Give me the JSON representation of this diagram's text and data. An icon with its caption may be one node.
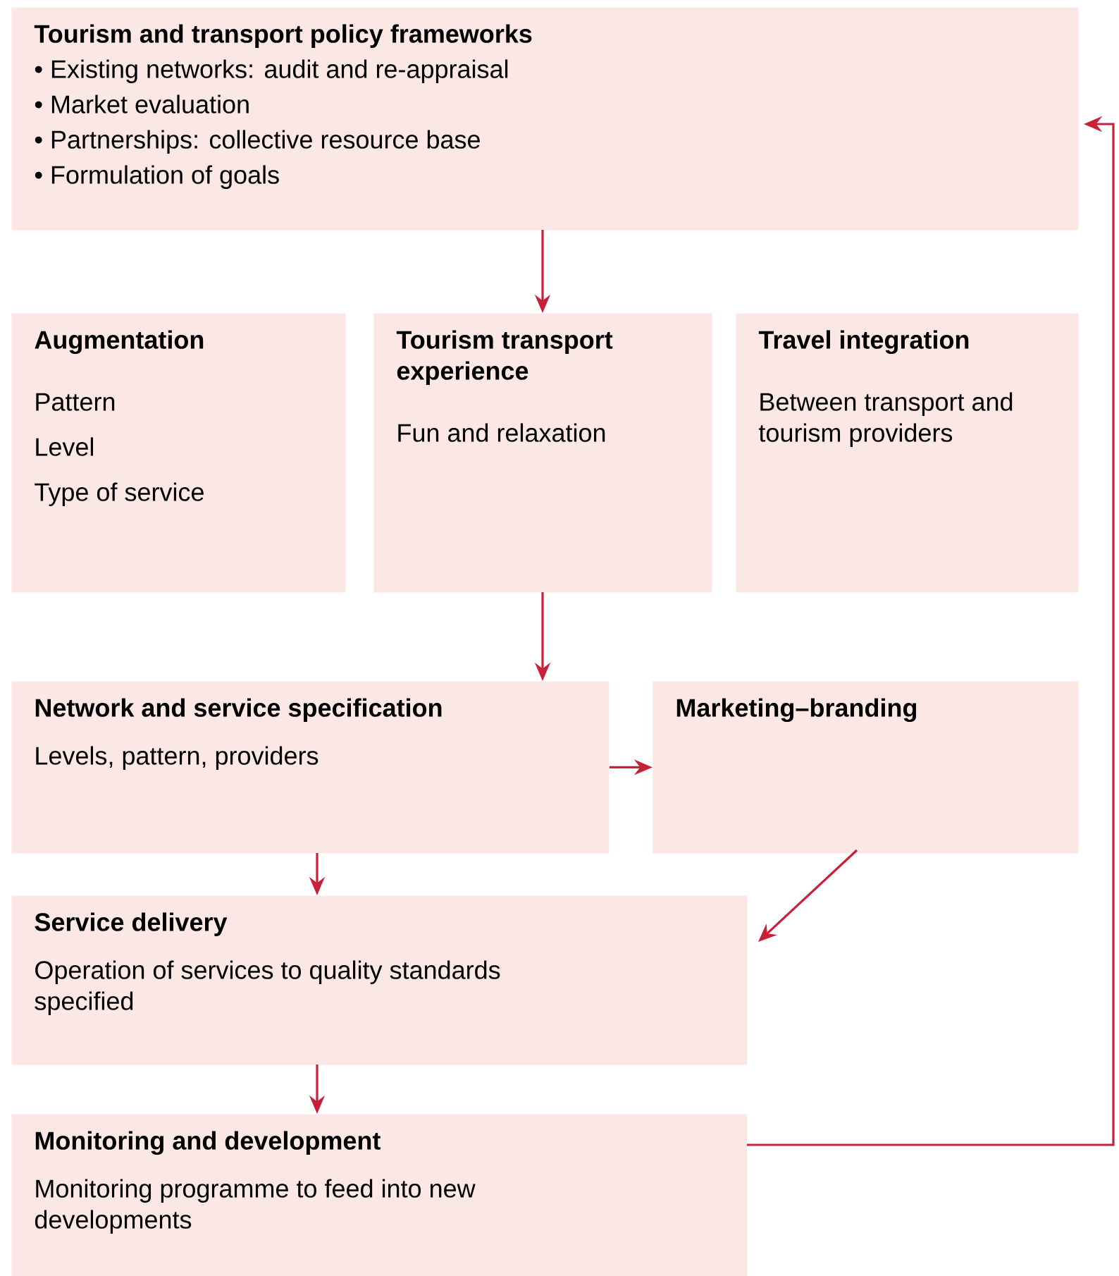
{
  "diagram": {
    "nodes": [
      {
        "text": [
          "Tourism and transport policy frameworks",
          "• Existing networks: audit and re-appraisal",
          "• Market evaluation",
          "• Partnerships: collective resource base",
          "• Formulation of goals"
        ]
      },
      {
        "text": [
          "Augmentation",
          "Pattern",
          "Level",
          "Type of service"
        ]
      },
      {
        "text": [
          "Tourism transport experience",
          "Fun and relaxation"
        ]
      },
      {
        "text": [
          "Travel integration",
          "Between transport and tourism providers"
        ]
      },
      {
        "text": [
          "Network and service specification",
          "Levels, pattern, providers"
        ]
      },
      {
        "text": [
          "Marketing–branding"
        ]
      },
      {
        "text": [
          "Service delivery",
          "Operation of services to quality standards specified"
        ]
      },
      {
        "text": [
          "Monitoring and development",
          "Monitoring programme to feed into new developments"
        ]
      }
    ],
    "edges": [
      {
        "from": 0,
        "to": 2,
        "arrow": "to"
      },
      {
        "from": 2,
        "to": 4,
        "arrow": "to"
      },
      {
        "from": 4,
        "to": 5,
        "arrow": "to"
      },
      {
        "from": 4,
        "to": 6,
        "arrow": "to"
      },
      {
        "from": 5,
        "to": 6,
        "arrow": "to"
      },
      {
        "from": 6,
        "to": 7,
        "arrow": "to"
      },
      {
        "from": 7,
        "to": 0,
        "arrow": "to"
      }
    ]
  }
}
